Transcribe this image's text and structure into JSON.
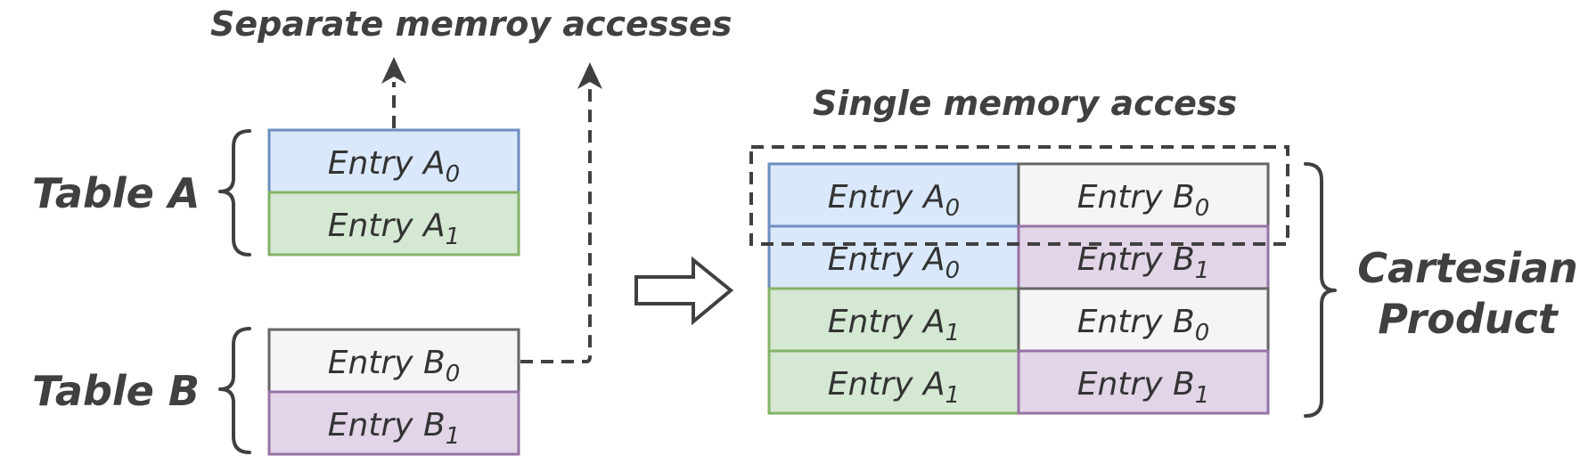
{
  "labels": {
    "separate_accesses": "Separate memroy accesses",
    "single_access": "Single memory access",
    "table_a": "Table A",
    "table_b": "Table B",
    "cartesian_line1": "Cartesian",
    "cartesian_line2": "Product"
  },
  "table_a": [
    {
      "text": "Entry A",
      "sub": "0"
    },
    {
      "text": "Entry A",
      "sub": "1"
    }
  ],
  "table_b": [
    {
      "text": "Entry B",
      "sub": "0"
    },
    {
      "text": "Entry B",
      "sub": "1"
    }
  ],
  "product_rows": [
    {
      "left": {
        "text": "Entry A",
        "sub": "0"
      },
      "right": {
        "text": "Entry B",
        "sub": "0"
      }
    },
    {
      "left": {
        "text": "Entry A",
        "sub": "0"
      },
      "right": {
        "text": "Entry B",
        "sub": "1"
      }
    },
    {
      "left": {
        "text": "Entry A",
        "sub": "1"
      },
      "right": {
        "text": "Entry B",
        "sub": "0"
      }
    },
    {
      "left": {
        "text": "Entry A",
        "sub": "1"
      },
      "right": {
        "text": "Entry B",
        "sub": "1"
      }
    }
  ],
  "colors": {
    "blue_fill": "#dae8fc",
    "green_fill": "#d5e8d4",
    "gray_fill": "#f5f5f5",
    "purple_fill": "#e1d5e7",
    "text": "#404040"
  }
}
